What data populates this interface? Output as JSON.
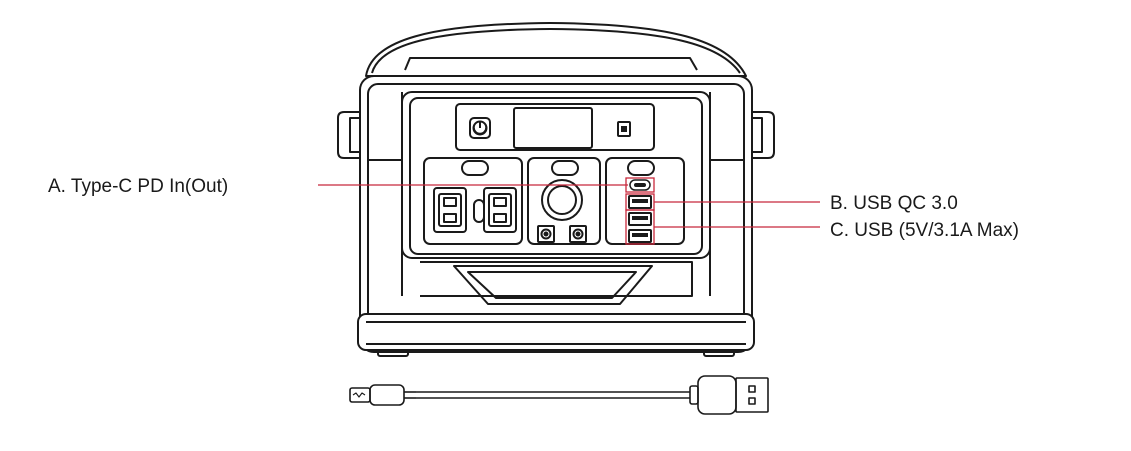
{
  "labels": {
    "a": "A. Type-C PD In(Out)",
    "b": "B. USB QC 3.0",
    "c": "C. USB (5V/3.1A Max)"
  },
  "colors": {
    "outline": "#1a1a1a",
    "callout": "#c8283c",
    "background": "#ffffff"
  }
}
